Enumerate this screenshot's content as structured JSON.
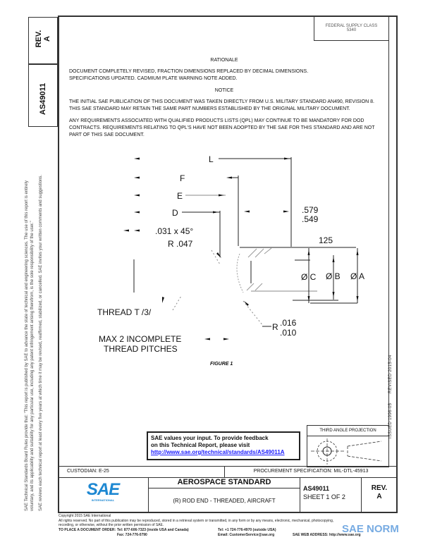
{
  "side_tab": {
    "rev_label": "REV.",
    "rev_value": "A",
    "doc_number": "AS49011"
  },
  "side_notice": {
    "line1": "SAE Technical Standards Board Rules provide that: \"This report is published by SAE to advance the state of technical and engineering sciences. The use of this report is entirely",
    "line2": "voluntary, and its applicability and suitability for any particular use, including any patent infringement arising therefrom, is the sole responsibility of the user.\"",
    "line3": "SAE reviews each technical report at least every five years at which time it may be revised, reaffirmed, stabilized, or cancelled. SAE invites your written comments and suggestions."
  },
  "fsc": {
    "line1": "FEDERAL SUPPLY CLASS",
    "line2": "5340"
  },
  "rationale": {
    "heading": "RATIONALE",
    "text": "DOCUMENT COMPLETELY REVISED, FRACTION DIMENSIONS REPLACED BY DECIMAL DIMENSIONS. SPECIFICATIONS UPDATED. CADMIUM PLATE WARNING NOTE ADDED."
  },
  "notice": {
    "heading": "NOTICE",
    "para1": "THE INITIAL SAE PUBLICATION OF THIS DOCUMENT WAS TAKEN DIRECTLY FROM U.S. MILITARY STANDARD AN490, REVISION 8. THIS SAE STANDARD MAY RETAIN THE SAME PART NUMBERS ESTABLISHED BY THE ORIGINAL MILITARY DOCUMENT.",
    "para2": "ANY REQUIREMENTS ASSOCIATED WITH QUALIFIED PRODUCTS LISTS (QPL) MAY CONTINUE TO BE MANDATORY FOR DOD CONTRACTS. REQUIREMENTS RELATING TO QPL'S HAVE NOT BEEN ADOPTED BY THE SAE FOR THIS STANDARD AND ARE NOT PART OF THIS SAE DOCUMENT."
  },
  "figure": {
    "L": "L",
    "F": "F",
    "E": "E",
    "D": "D",
    "chamfer": ".031 x 45°",
    "radius": "R .047",
    "dim_max": ".579",
    "dim_min": ".549",
    "finish": "125",
    "dia_c": "Ø C",
    "dia_b": "Ø B",
    "dia_a": "Ø A",
    "thread": "THREAD T /3/",
    "r_label": "R",
    "r_max": ".016",
    "r_min": ".010",
    "incomplete1": "MAX 2 INCOMPLETE",
    "incomplete2": "THREAD PITCHES",
    "caption": "FIGURE 1"
  },
  "dates": {
    "issued": "ISSUED 1996-05",
    "revised": "REVISED 2015-04"
  },
  "feedback": {
    "line1": "SAE values your input. To provide feedback",
    "line2": "on this Technical Report, please visit",
    "link": "http://www.sae.org/technical/standards/AS49011A"
  },
  "projection": {
    "label": "THIRD ANGLE PROJECTION"
  },
  "custodian": "CUSTODIAN: E-25",
  "procurement": "PROCUREMENT SPECIFICATION: MIL-DTL-45913",
  "title_block": {
    "logo_text": "SAE",
    "logo_sub": "INTERNATIONAL",
    "heading": "AEROSPACE STANDARD",
    "title": "(R) ROD END - THREADED, AIRCRAFT",
    "doc_number": "AS49011",
    "sheet": "SHEET 1 OF 2",
    "rev_label": "REV.",
    "rev_value": "A"
  },
  "footer": {
    "copyright": "Copyright 2015 SAE International",
    "rights": "All rights reserved. No part of this publication may be reproduced, stored in a retrieval system or transmitted, in any form or by any means, electronic, mechanical, photocopying,",
    "rights2": "recording, or otherwise, without the prior written permission of SAE.",
    "order_label": "TO PLACE A DOCUMENT ORDER:",
    "tel1": "Tel: 877-606-7323 (inside USA and Canada)",
    "fax": "Fax: 724-776-0790",
    "tel2": "Tel: +1 724-776-4970 (outside USA)",
    "email": "Email: CustomerService@sae.org",
    "web": "SAE WEB ADDRESS: http://www.sae.org",
    "watermark": "SAE NORM"
  },
  "colors": {
    "link": "#1a1aff",
    "logo": "#1e88d2"
  }
}
